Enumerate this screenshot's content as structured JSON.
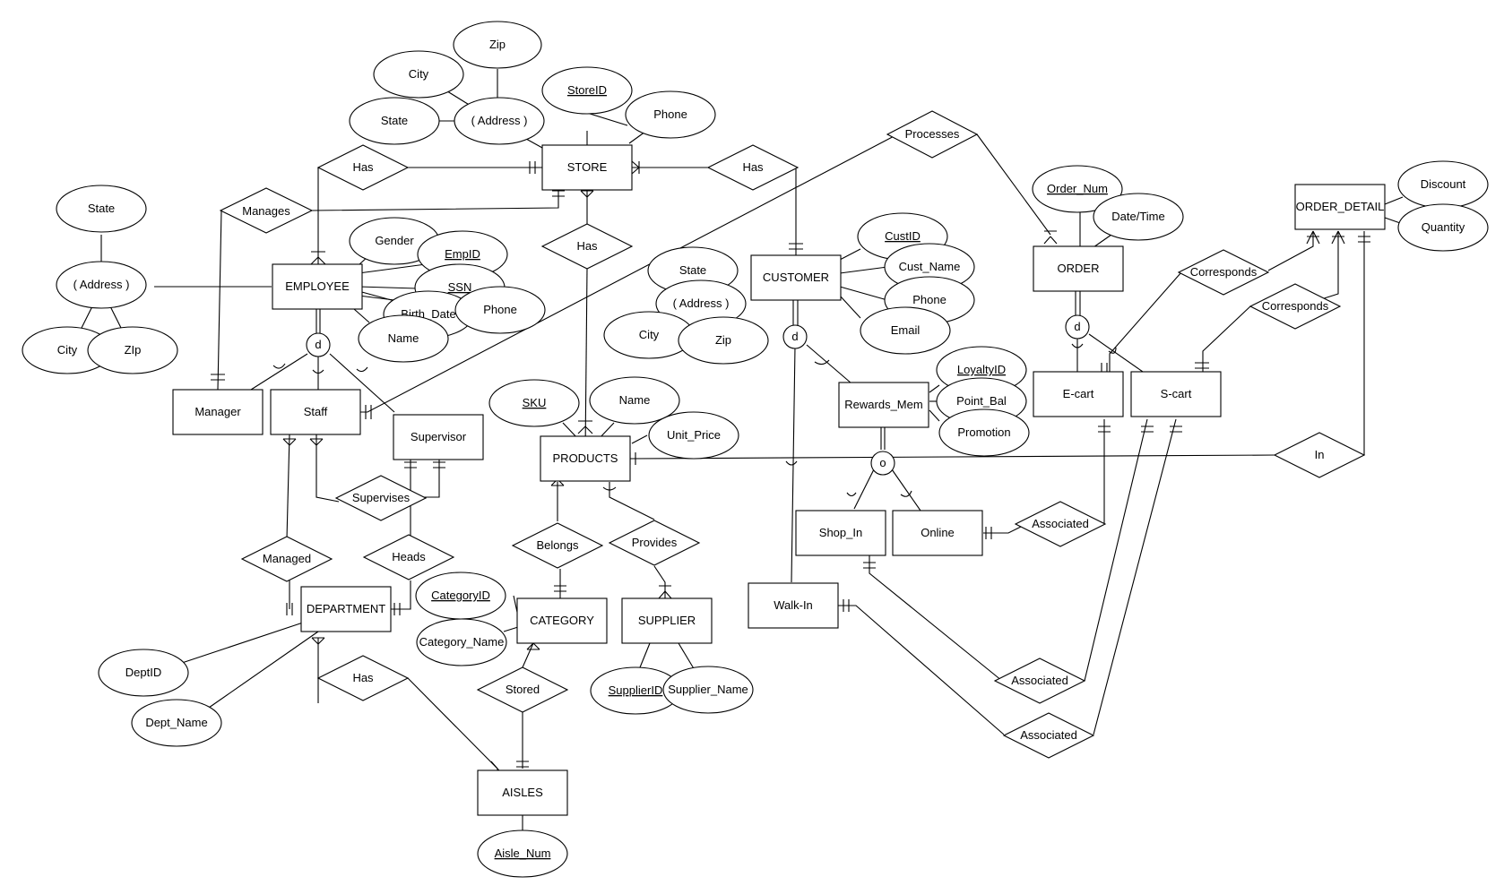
{
  "entities": {
    "store": "STORE",
    "employee": "EMPLOYEE",
    "customer": "CUSTOMER",
    "order": "ORDER",
    "order_detail": "ORDER_DETAIL",
    "manager": "Manager",
    "staff": "Staff",
    "supervisor": "Supervisor",
    "products": "PRODUCTS",
    "rewards_mem": "Rewards_Mem",
    "e_cart": "E-cart",
    "s_cart": "S-cart",
    "shop_in": "Shop_In",
    "online": "Online",
    "department": "DEPARTMENT",
    "category": "CATEGORY",
    "supplier": "SUPPLIER",
    "walk_in": "Walk-In",
    "aisles": "AISLES"
  },
  "relationships": {
    "processes": "Processes",
    "store_employee_has": "Has",
    "store_customer_has": "Has",
    "manages": "Manages",
    "store_products_has": "Has",
    "corresponds_ecart": "Corresponds",
    "corresponds_scart": "Corresponds",
    "in": "In",
    "supervises": "Supervises",
    "associated_online": "Associated",
    "belongs": "Belongs",
    "provides": "Provides",
    "managed": "Managed",
    "heads": "Heads",
    "dept_aisles_has": "Has",
    "stored": "Stored",
    "associated_shopin": "Associated",
    "associated_walkin": "Associated"
  },
  "attributes": {
    "store_zip": "Zip",
    "store_city": "City",
    "store_state": "State",
    "store_address": "( Address )",
    "store_id": "StoreID",
    "store_phone": "Phone",
    "emp_state": "State",
    "emp_address": "( Address )",
    "emp_city": "City",
    "emp_zip": "ZIp",
    "emp_gender": "Gender",
    "emp_id": "EmpID",
    "emp_ssn": "SSN",
    "emp_birth_date": "Birth_Date",
    "emp_phone": "Phone",
    "emp_name": "Name",
    "cust_id": "CustID",
    "cust_name": "Cust_Name",
    "cust_phone": "Phone",
    "cust_email": "Email",
    "cust_state": "State",
    "cust_address": "( Address )",
    "cust_city": "City",
    "cust_zip": "Zip",
    "order_num": "Order_Num",
    "order_datetime": "Date/Time",
    "detail_discount": "Discount",
    "detail_quantity": "Quantity",
    "loyalty_id": "LoyaltyID",
    "point_bal": "Point_Bal",
    "promotion": "Promotion",
    "sku": "SKU",
    "product_name": "Name",
    "unit_price": "Unit_Price",
    "category_id": "CategoryID",
    "category_name": "Category_Name",
    "supplier_id": "SupplierID",
    "supplier_name": "Supplier_Name",
    "dept_id": "DeptID",
    "dept_name": "Dept_Name",
    "aisle_num": "Aisle_Num"
  },
  "specializations": {
    "employee_disjoint": "d",
    "customer_disjoint": "d",
    "order_disjoint": "d",
    "rewards_overlap": "o"
  }
}
